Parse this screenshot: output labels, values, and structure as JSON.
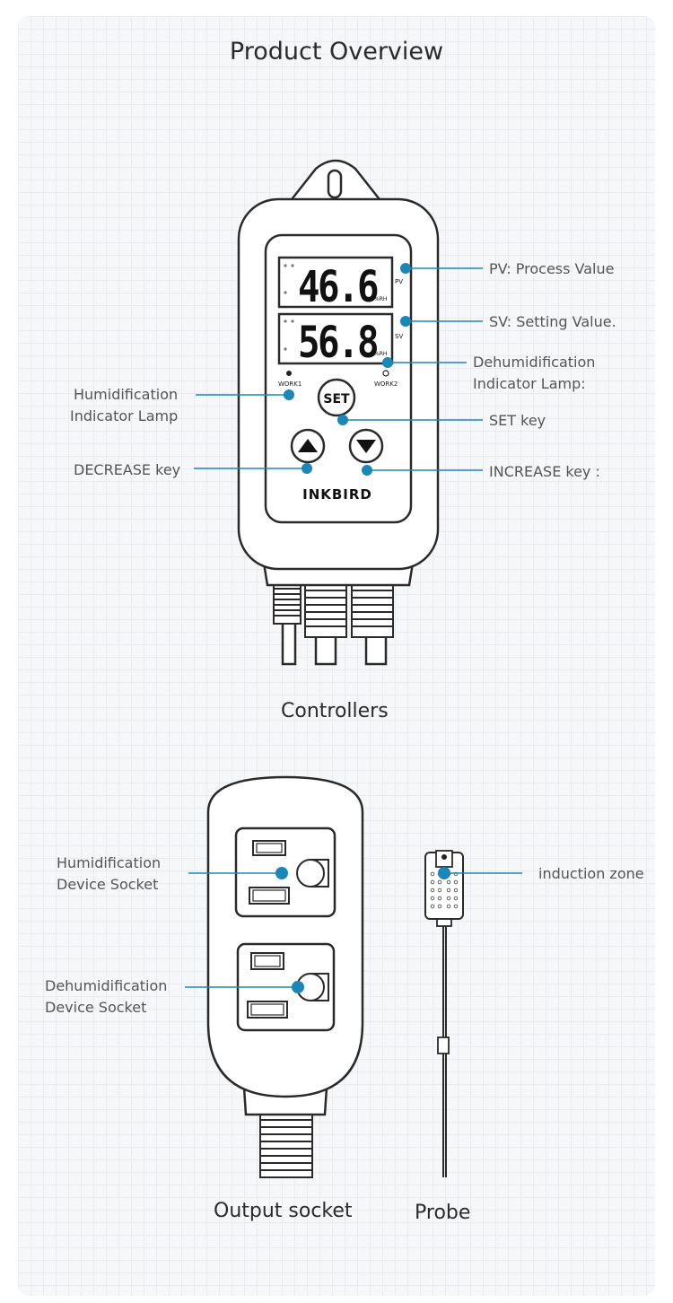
{
  "title": "Product Overview",
  "controller": {
    "caption": "Controllers",
    "display_pv": "46.6",
    "display_sv": "56.8",
    "pv_tag": "PV",
    "sv_tag": "SV",
    "unit": "%RH",
    "work1": "WORK1",
    "work2": "WORK2",
    "set_button": "SET",
    "brand": "INKBIRD",
    "labels": {
      "pv": "PV: Process Value",
      "sv": "SV: Setting Value.",
      "dehum_lamp_1": "Dehumidification",
      "dehum_lamp_2": "Indicator Lamp:",
      "hum_lamp_1": "Humidification",
      "hum_lamp_2": "Indicator Lamp",
      "set_key": "SET key",
      "decrease_key": "DECREASE key",
      "increase_key": "INCREASE key :"
    }
  },
  "socket": {
    "caption": "Output socket",
    "labels": {
      "hum_1": "Humidification",
      "hum_2": "Device Socket",
      "dehum_1": "Dehumidification",
      "dehum_2": "Device Socket"
    }
  },
  "probe": {
    "caption": "Probe",
    "label": "induction zone"
  },
  "colors": {
    "accent": "#1a87b8",
    "outline": "#2a2a2a",
    "text": "#555555"
  }
}
